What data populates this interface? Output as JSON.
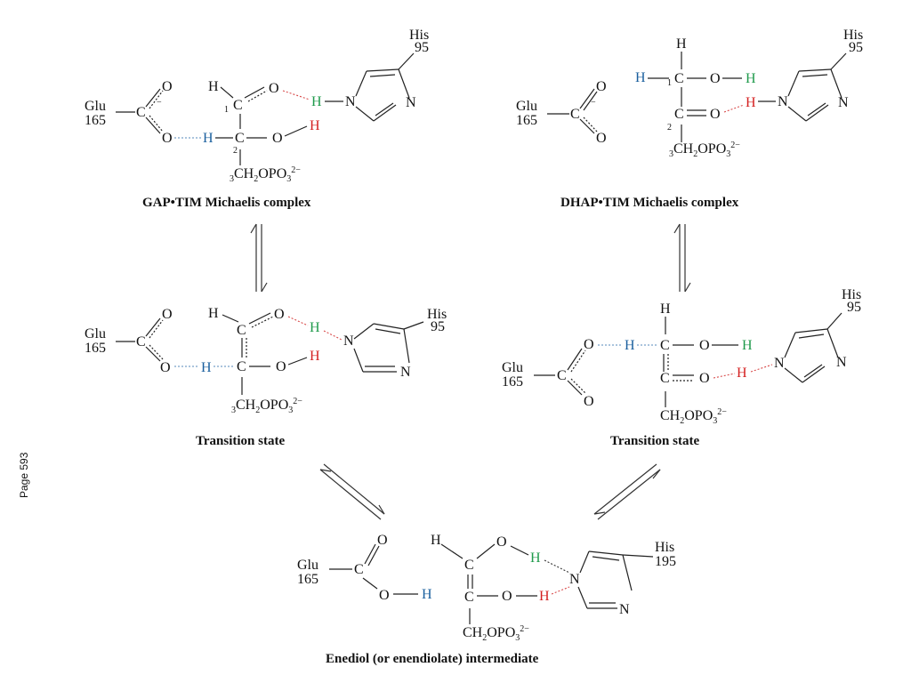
{
  "page_label": "Page 593",
  "labels": {
    "glu": "Glu",
    "glu_num": "165",
    "his": "His",
    "his_num_95": "95",
    "his_num_195": "195"
  },
  "captions": {
    "gap": "GAP•TIM Michaelis complex",
    "dhap": "DHAP•TIM Michaelis complex",
    "ts_left": "Transition state",
    "ts_right": "Transition state",
    "enediol": "Enediol (or enendiolate) intermediate"
  },
  "colors": {
    "blue_h": "#1a5f9e",
    "green_h": "#1f9a4b",
    "red_h": "#d42020"
  }
}
